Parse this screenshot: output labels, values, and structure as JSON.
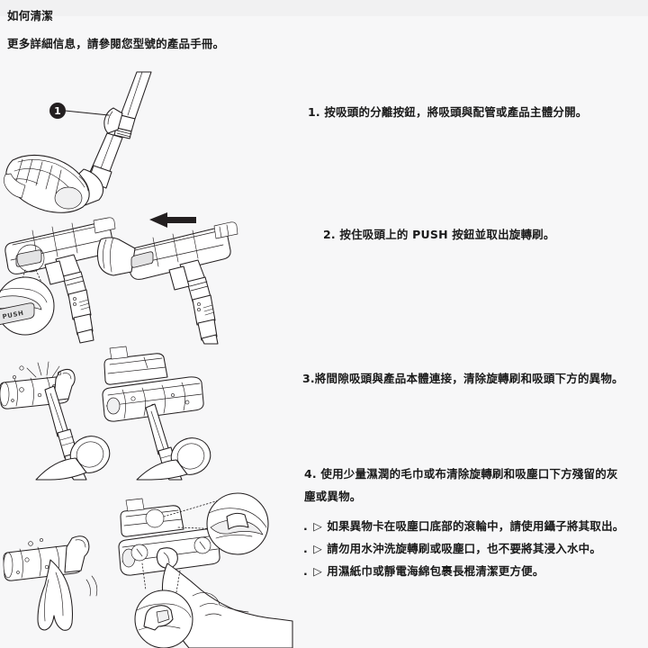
{
  "header": {
    "title": "如何清潔",
    "subtitle": "更多詳細信息，請參閱您型號的產品手冊。"
  },
  "steps": [
    {
      "id": "step1",
      "text": "1. 按吸頭的分離按鈕，將吸頭與配管或產品主體分開。"
    },
    {
      "id": "step2",
      "text": "2. 按住吸頭上的 PUSH 按鈕並取出旋轉刷。"
    },
    {
      "id": "step3",
      "text": "3.將間隙吸頭與產品本體連接，清除旋轉刷和吸頭下方的異物。"
    },
    {
      "id": "step4",
      "text": "4. 使用少量濕潤的毛巾或布清除旋轉刷和吸塵口下方殘留的灰塵或異物。"
    }
  ],
  "notes": [
    {
      "marker": ". ▷",
      "text": "如果異物卡在吸塵口底部的滾輪中，請使用鑷子將其取出。"
    },
    {
      "marker": ". ▷",
      "text": "請勿用水沖洗旋轉刷或吸塵口，也不要將其浸入水中。"
    },
    {
      "marker": ". ▷",
      "text": "用濕紙巾或靜電海綿包裹長棍清潔更方便。"
    }
  ],
  "figures": {
    "fig1": {
      "name": "nozzle-detach-illustration",
      "callout_badge": "1",
      "description": "真空吸頭與配管連接處的分離按鈕"
    },
    "fig2": {
      "name": "push-button-brush-removal-illustration",
      "detail_label": "PUSH",
      "description": "按住 PUSH 按鈕取出旋轉刷"
    },
    "fig3": {
      "name": "crevice-tool-cleaning-illustration",
      "description": "用間隙吸頭清除旋轉刷與吸頭的異物"
    },
    "fig4": {
      "name": "wipe-and-roller-cleaning-illustration",
      "description": "用濕布擦拭旋轉刷並清潔吸塵口滾輪"
    }
  },
  "colors": {
    "page_background": "#f7f7f8",
    "header_band": "#f1f1f2",
    "text": "#1a1a1a",
    "line_art": "#231f20",
    "shade": "#e3e3e4"
  }
}
